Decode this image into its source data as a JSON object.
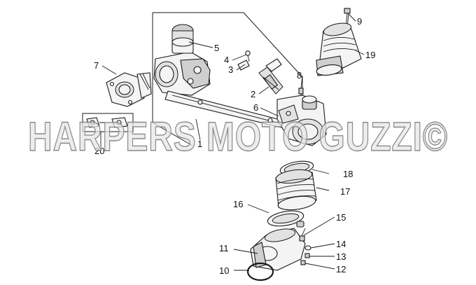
{
  "callouts": {
    "c1": "1",
    "c2": "2",
    "c3": "3",
    "c4": "4",
    "c5": "5",
    "c6": "6",
    "c7": "7",
    "c8": "8",
    "c9": "9",
    "c10": "10",
    "c11": "11",
    "c12": "12",
    "c13": "13",
    "c14": "14",
    "c15": "15",
    "c16": "16",
    "c17": "17",
    "c18": "18",
    "c19": "19",
    "c20": "20"
  },
  "watermark": "HARPERS MOTO GUZZI©"
}
